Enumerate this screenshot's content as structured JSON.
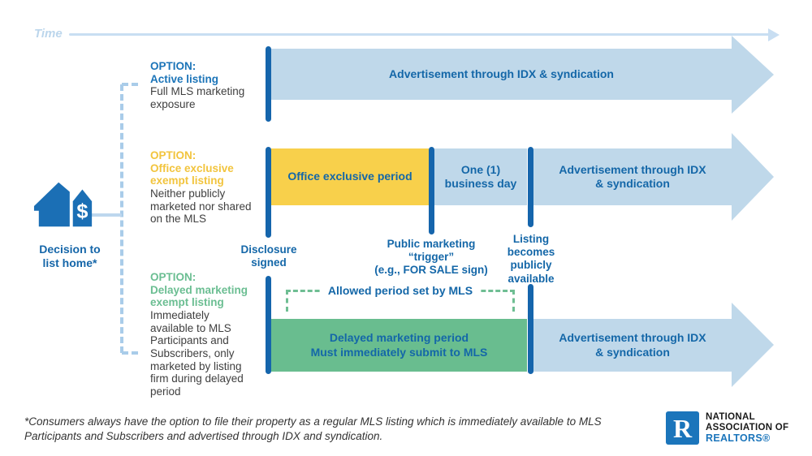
{
  "timeline": {
    "time_label": "Time"
  },
  "decision": {
    "label": "Decision to\nlist home*"
  },
  "rows": {
    "active": {
      "option": "OPTION:",
      "title": "Active listing",
      "desc": "Full MLS marketing\nexposure",
      "arrow": "Advertisement through IDX & syndication"
    },
    "office": {
      "option": "OPTION:",
      "title": "Office exclusive\nexempt listing",
      "desc": "Neither publicly\nmarketed nor shared\non the MLS",
      "yellow_segment": "Office exclusive period",
      "blue_segment": "One (1)\nbusiness day",
      "arrow": "Advertisement through IDX\n& syndication"
    },
    "delayed": {
      "option": "OPTION:",
      "title": "Delayed marketing\nexempt listing",
      "desc": "Immediately\navailable to MLS\nParticipants and\nSubscribers, only\nmarketed by listing\nfirm during delayed\nperiod",
      "bracket": "Allowed period set by MLS",
      "green_segment": "Delayed marketing period\nMust immediately submit to MLS",
      "arrow": "Advertisement through IDX\n& syndication"
    }
  },
  "milestones": {
    "disclosure": "Disclosure\nsigned",
    "trigger": "Public marketing\n“trigger”\n(e.g., FOR SALE sign)",
    "public": "Listing\nbecomes\npublicly\navailable"
  },
  "footnote": "*Consumers always have the option to file their property as a regular MLS listing which is immediately available to MLS\nParticipants and Subscribers and advertised through IDX and syndication.",
  "icons": {
    "dollar_glyph": "$",
    "house": "house-with-dollar-tag-icon"
  },
  "logo": {
    "letter": "R",
    "line1": "NATIONAL",
    "line2": "ASSOCIATION OF",
    "line3": "REALTORS®"
  },
  "colors": {
    "dark_blue_bar": "#1565AC",
    "label_blue": "#1467A8",
    "band_blue": "#BFD8EA",
    "pale_blue": "#C8DEF2",
    "connector_blue": "#A9CCE9",
    "yellow_band": "#F8D04B",
    "yellow_text": "#F2C43D",
    "green_band": "#69BD8F",
    "green_text": "#6BBE92",
    "body_text": "#3F3F3F",
    "nar_blue": "#1B75BB"
  }
}
